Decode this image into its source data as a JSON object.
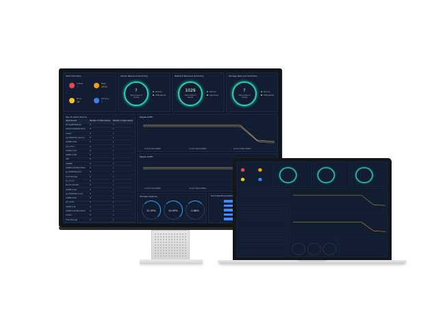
{
  "dashboard": {
    "alert_summary": {
      "title": "Alert Summary",
      "items": [
        {
          "label": "Critical",
          "value": "7",
          "color": "#e5484d"
        },
        {
          "label": "Major",
          "value": "4934",
          "color": "#f59e0b"
        },
        {
          "label": "Minor",
          "value": "10",
          "color": "#f5c518"
        },
        {
          "label": "Warning",
          "value": "2",
          "color": "#3b82f6"
        }
      ]
    },
    "server_summary": {
      "title": "Server Resource Summary",
      "count": "?",
      "caption": "Total number of devices",
      "legend": [
        "Normal",
        "Offline/fault"
      ]
    },
    "network_summary": {
      "title": "Network Resource Summary",
      "count": "1029",
      "caption": "Total number of devices",
      "legend": [
        "Normal",
        "Abnormal"
      ]
    },
    "storage_summary": {
      "title": "Storage Resource Summary",
      "count": "?",
      "caption": "Total number of devices",
      "legend": [
        "Normal",
        "Offline/fault"
      ]
    },
    "top_devices": {
      "title": "Top 15 Alarm Source",
      "columns": [
        "Alarm Source",
        "Number of critical alarms",
        "Number of major alarms"
      ],
      "rows": [
        [
          "StorageMiddleware",
          "8",
          "1"
        ],
        [
          "DataAvailableDisk Node",
          "8",
          "1"
        ],
        [
          "e-Stack",
          "8",
          "1"
        ],
        [
          "pq_WH04204_11/13/11",
          "8",
          "1"
        ],
        [
          "AGEB8-12/6/1",
          "8",
          "1"
        ],
        [
          "pdn_07317",
          "8",
          "1"
        ],
        [
          "AGE89-1/37/1",
          "8",
          "1"
        ],
        [
          "AGE89-1/38/1",
          "8",
          "1"
        ],
        [
          "eSB",
          "8",
          "1"
        ],
        [
          "AGEB86",
          "8",
          "1"
        ],
        [
          "AGE88-12/6 PRB_STACK",
          "8",
          "1"
        ],
        [
          "pq_WH05506-1/2/1",
          "8",
          "1"
        ],
        [
          "FusionStorage",
          "8",
          "1"
        ],
        [
          "jkc_rho_01",
          "8",
          "1"
        ],
        [
          "MuuhF_K07/AT0",
          "8",
          "1"
        ],
        [
          "AGE88-10/2/1",
          "8",
          "1"
        ],
        [
          "pq_WH05506-1/1/4/1",
          "8",
          "1"
        ],
        [
          "AGEB6-12/10",
          "8",
          "1"
        ],
        [
          "pdr_07317",
          "8",
          "1"
        ],
        [
          "AGE88-1/36",
          "8",
          "1"
        ],
        [
          "AGE88-12/6 PRB_STACK",
          "8",
          "1"
        ],
        [
          "e-Stack",
          "8",
          "1"
        ],
        [
          "FusionStorage",
          "8",
          "1"
        ]
      ]
    },
    "ingress_traffic": {
      "title": "Egress traffic",
      "legend": [
        "Current inflow 90Mb/s",
        "Current outflow 90Mb/s",
        "Current outflow 90Mb/s"
      ]
    },
    "egress_traffic": {
      "title": "Egress traffic",
      "legend": [
        "Current inflow 90Mb/s",
        "Current outflow 90Mb/s",
        "Current outflow 90Mb/s"
      ]
    },
    "storage_capacity": {
      "title": "Storage Capacity",
      "gauges": [
        {
          "value": "31.09%",
          "fill": 0.3109
        },
        {
          "value": "24.99%",
          "fill": 0.2499
        },
        {
          "value": "0.68%",
          "fill": 0.0068
        }
      ]
    },
    "top_os": {
      "title": "Top 5 Operating Systems (PC/VM)",
      "bars": [
        0.35,
        0.5,
        0.62,
        0.78,
        0.95
      ]
    }
  }
}
